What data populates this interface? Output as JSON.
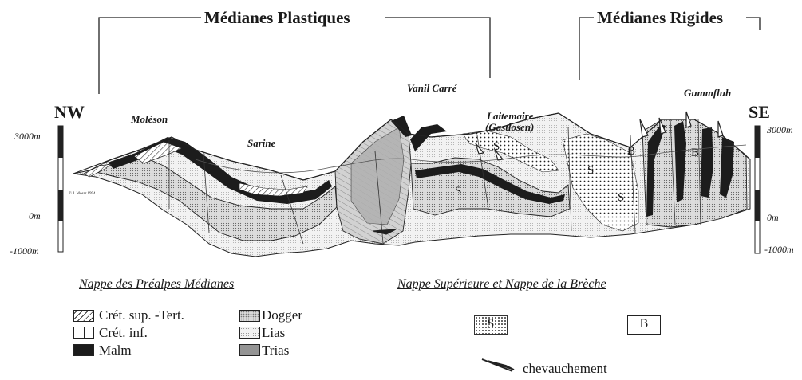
{
  "header": {
    "left_title": "Médianes Plastiques",
    "right_title": "Médianes Rigides"
  },
  "section": {
    "dir_left": "NW",
    "dir_right": "SE",
    "locations": [
      "Moléson",
      "Sarine",
      "Vanil Carré",
      "Laitemaire",
      "(Gastlosen)",
      "Gummfluh"
    ],
    "copyright": "© J. Mosar 1994",
    "unit_labels": {
      "s": "S",
      "b": "B"
    }
  },
  "scale_left": {
    "top": "3000m",
    "mid": "0m",
    "bottom": "-1000m"
  },
  "scale_right": {
    "top": "3000m",
    "mid": "0m",
    "bottom": "-1000m"
  },
  "legend": {
    "left_title": "Nappe des Préalpes Médianes",
    "right_title": "Nappe Supérieure et Nappe de la Brèche",
    "items_col1": [
      "Crét. sup. -Tert.",
      "Crét. inf.",
      "Malm"
    ],
    "items_col2": [
      "Dogger",
      "Lias",
      "Trias"
    ],
    "s_symbol": "S",
    "b_symbol": "B",
    "thrust_label": "chevauchement"
  }
}
